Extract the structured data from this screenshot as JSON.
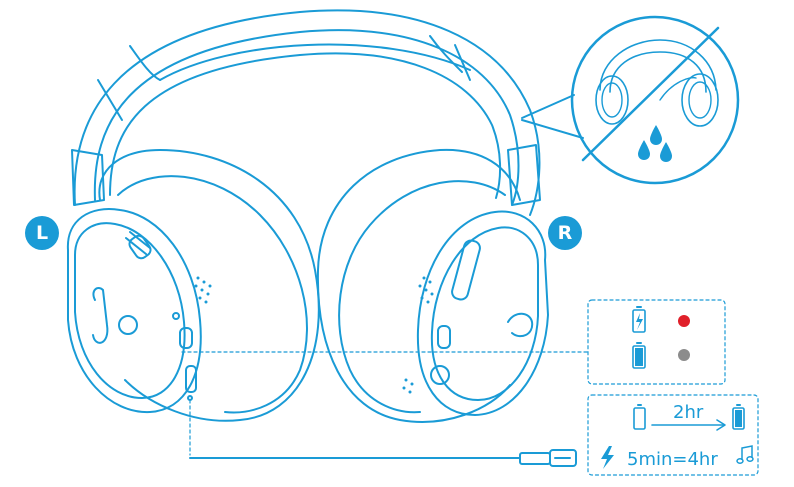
{
  "labels": {
    "left": "L",
    "right": "R"
  },
  "charging": {
    "duration_label": "2hr",
    "fast_charge_label": "5min=4hr"
  },
  "indicator_states": [
    {
      "icon": "battery-charging-icon",
      "led_color": "#e0202a"
    },
    {
      "icon": "battery-full-icon",
      "led_color": "#8c8c8c"
    }
  ],
  "warning": {
    "icon": "no-water-icon"
  },
  "colors": {
    "line": "#1a9bd6",
    "accent_fill": "#1a9bd6",
    "led_red": "#e0202a",
    "led_gray": "#8c8c8c"
  }
}
